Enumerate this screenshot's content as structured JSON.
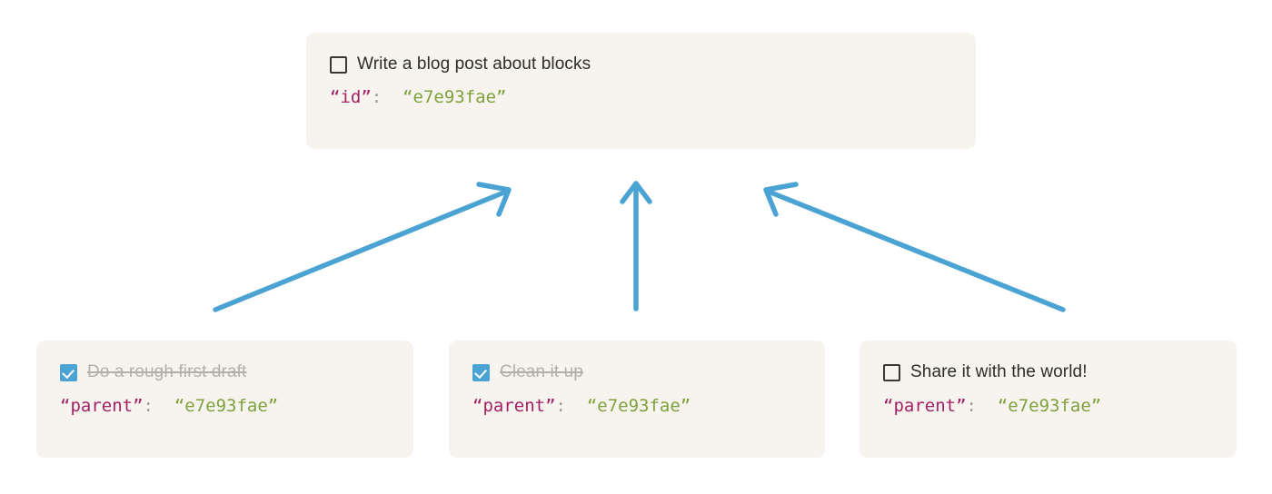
{
  "diagram": {
    "type": "parent-child-block-relationship",
    "arrow_color": "#4ba3d3",
    "card_background": "#f7f4f0",
    "key_color": "#a32063",
    "value_color": "#7fa13c",
    "checkbox_checked_color": "#4ba3d3",
    "parent_id": "e7e93fae"
  },
  "root_card": {
    "checkbox_state": "unchecked",
    "checkbox_icon": "checkbox-empty-icon",
    "task_label": "Write a blog post about blocks",
    "code": {
      "key": "“id”",
      "colon": ":",
      "value": "“e7e93fae”"
    }
  },
  "child_cards": [
    {
      "checkbox_state": "checked",
      "checkbox_icon": "checkbox-checked-icon",
      "task_label": "Do a rough first draft",
      "completed": true,
      "code": {
        "key": "“parent”",
        "colon": ":",
        "value": "“e7e93fae”"
      }
    },
    {
      "checkbox_state": "checked",
      "checkbox_icon": "checkbox-checked-icon",
      "task_label": "Clean it up",
      "completed": true,
      "code": {
        "key": "“parent”",
        "colon": ":",
        "value": "“e7e93fae”"
      }
    },
    {
      "checkbox_state": "unchecked",
      "checkbox_icon": "checkbox-empty-icon",
      "task_label": "Share it with the world!",
      "completed": false,
      "code": {
        "key": "“parent”",
        "colon": ":",
        "value": "“e7e93fae”"
      }
    }
  ],
  "arrows": [
    {
      "name": "arrow-child-1-to-root",
      "from": "child-card-1",
      "to": "root-card",
      "direction": "up-right"
    },
    {
      "name": "arrow-child-2-to-root",
      "from": "child-card-2",
      "to": "root-card",
      "direction": "up"
    },
    {
      "name": "arrow-child-3-to-root",
      "from": "child-card-3",
      "to": "root-card",
      "direction": "up-left"
    }
  ]
}
